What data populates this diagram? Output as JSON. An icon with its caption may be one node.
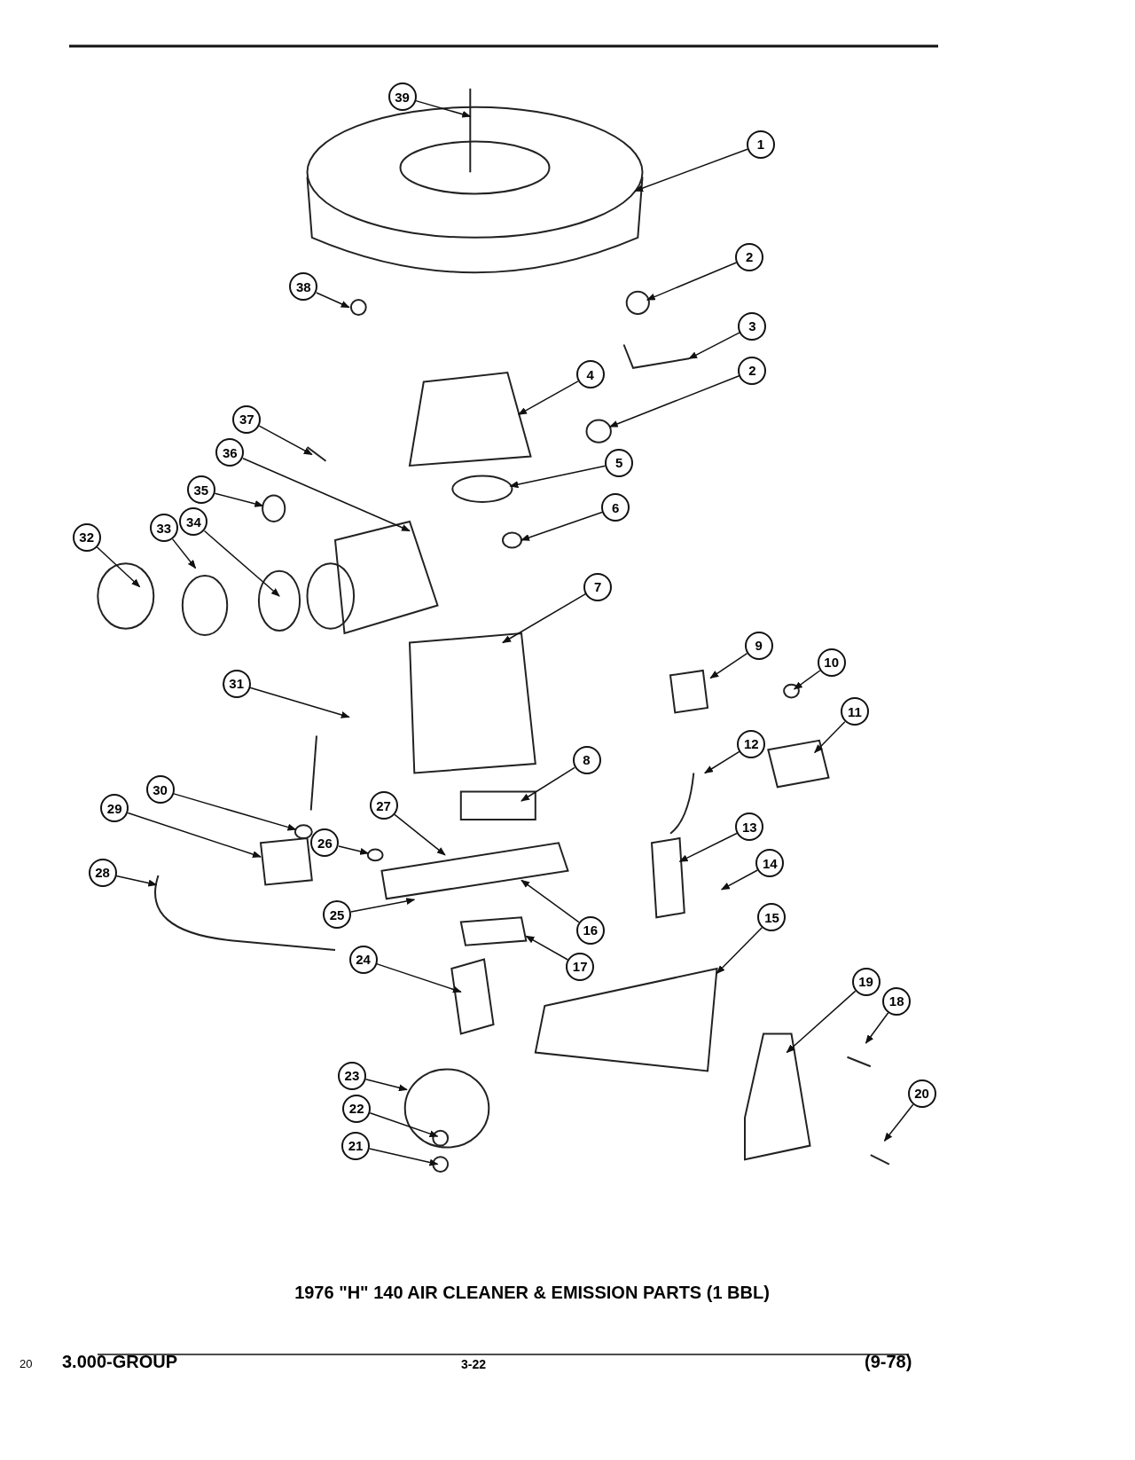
{
  "diagram": {
    "title": "1976 \"H\" 140 AIR CLEANER & EMISSION PARTS (1 BBL)",
    "nodes": [
      {
        "text": [
          "39"
        ]
      },
      {
        "text": [
          "1"
        ]
      },
      {
        "text": [
          "2"
        ]
      },
      {
        "text": [
          "38"
        ]
      },
      {
        "text": [
          "3"
        ]
      },
      {
        "text": [
          "4"
        ]
      },
      {
        "text": [
          "2"
        ]
      },
      {
        "text": [
          "37"
        ]
      },
      {
        "text": [
          "5"
        ]
      },
      {
        "text": [
          "36"
        ]
      },
      {
        "text": [
          "35"
        ]
      },
      {
        "text": [
          "6"
        ]
      },
      {
        "text": [
          "33"
        ]
      },
      {
        "text": [
          "34"
        ]
      },
      {
        "text": [
          "32"
        ]
      },
      {
        "text": [
          "7"
        ]
      },
      {
        "text": [
          "9"
        ]
      },
      {
        "text": [
          "10"
        ]
      },
      {
        "text": [
          "31"
        ]
      },
      {
        "text": [
          "11"
        ]
      },
      {
        "text": [
          "12"
        ]
      },
      {
        "text": [
          "8"
        ]
      },
      {
        "text": [
          "30"
        ]
      },
      {
        "text": [
          "27"
        ]
      },
      {
        "text": [
          "29"
        ]
      },
      {
        "text": [
          "13"
        ]
      },
      {
        "text": [
          "26"
        ]
      },
      {
        "text": [
          "14"
        ]
      },
      {
        "text": [
          "28"
        ]
      },
      {
        "text": [
          "25"
        ]
      },
      {
        "text": [
          "16"
        ]
      },
      {
        "text": [
          "15"
        ]
      },
      {
        "text": [
          "17"
        ]
      },
      {
        "text": [
          "24"
        ]
      },
      {
        "text": [
          "19"
        ]
      },
      {
        "text": [
          "18"
        ]
      },
      {
        "text": [
          "23"
        ]
      },
      {
        "text": [
          "20"
        ]
      },
      {
        "text": [
          "22"
        ]
      },
      {
        "text": [
          "21"
        ]
      },
      {
        "text": [],
        "shape": "circle"
      },
      {
        "text": [],
        "shape": "circle"
      },
      {
        "text": [],
        "shape": "circle"
      },
      {
        "text": [],
        "shape": "circle"
      }
    ],
    "edges": [
      {
        "from": 0,
        "to": null,
        "arrow": "to"
      },
      {
        "from": 1,
        "to": null,
        "arrow": "to"
      },
      {
        "from": 2,
        "to": null,
        "arrow": "to"
      },
      {
        "from": 3,
        "to": null,
        "arrow": "to"
      },
      {
        "from": 4,
        "to": null,
        "arrow": "to"
      },
      {
        "from": 5,
        "to": null,
        "arrow": "to"
      },
      {
        "from": 6,
        "to": 40,
        "arrow": "to"
      },
      {
        "from": 7,
        "to": null,
        "arrow": "to"
      },
      {
        "from": 8,
        "to": null,
        "arrow": "to"
      },
      {
        "from": 9,
        "to": null,
        "arrow": "to"
      },
      {
        "from": 10,
        "to": 41,
        "arrow": "to"
      },
      {
        "from": 11,
        "to": null,
        "arrow": "to"
      },
      {
        "from": 12,
        "to": null,
        "arrow": "to"
      },
      {
        "from": 13,
        "to": null,
        "arrow": "to"
      },
      {
        "from": 14,
        "to": null,
        "arrow": "to"
      },
      {
        "from": 15,
        "to": null,
        "arrow": "to"
      },
      {
        "from": 16,
        "to": null,
        "arrow": "to"
      },
      {
        "from": 17,
        "to": null,
        "arrow": "to"
      },
      {
        "from": 18,
        "to": null,
        "arrow": "to"
      },
      {
        "from": 19,
        "to": null,
        "arrow": "to"
      },
      {
        "from": 20,
        "to": null,
        "arrow": "to"
      },
      {
        "from": 21,
        "to": null,
        "arrow": "to"
      },
      {
        "from": 22,
        "to": 42,
        "arrow": "to"
      },
      {
        "from": 23,
        "to": null,
        "arrow": "to"
      },
      {
        "from": 24,
        "to": null,
        "arrow": "to"
      },
      {
        "from": 25,
        "to": null,
        "arrow": "to"
      },
      {
        "from": 26,
        "to": 43,
        "arrow": "to"
      },
      {
        "from": 27,
        "to": null,
        "arrow": "to"
      },
      {
        "from": 28,
        "to": null,
        "arrow": "to"
      },
      {
        "from": 29,
        "to": null,
        "arrow": "to"
      },
      {
        "from": 30,
        "to": null,
        "arrow": "to"
      },
      {
        "from": 31,
        "to": null,
        "arrow": "to"
      },
      {
        "from": 32,
        "to": null,
        "arrow": "to"
      },
      {
        "from": 33,
        "to": null,
        "arrow": "to"
      },
      {
        "from": 34,
        "to": null,
        "arrow": "to"
      },
      {
        "from": 35,
        "to": null,
        "arrow": "to"
      },
      {
        "from": 36,
        "to": null,
        "arrow": "to"
      },
      {
        "from": 37,
        "to": null,
        "arrow": "to"
      },
      {
        "from": 38,
        "to": null,
        "arrow": "to"
      },
      {
        "from": 39,
        "to": null,
        "arrow": "to"
      }
    ],
    "labels": [
      "20",
      "3.000-GROUP",
      "3-22",
      "(9-78)"
    ]
  }
}
